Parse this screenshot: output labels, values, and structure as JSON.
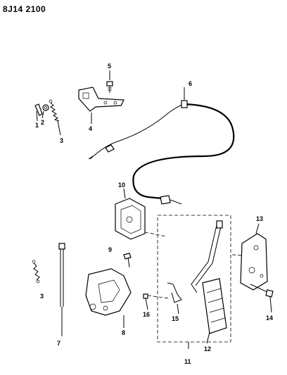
{
  "diagram_code": "8J14 2100",
  "callouts": {
    "c1": "1",
    "c2": "2",
    "c3a": "3",
    "c3b": "3",
    "c4": "4",
    "c5": "5",
    "c6": "6",
    "c7": "7",
    "c8": "8",
    "c9": "9",
    "c10": "10",
    "c11": "11",
    "c12": "12",
    "c13": "13",
    "c14": "14",
    "c15": "15",
    "c16": "16"
  }
}
